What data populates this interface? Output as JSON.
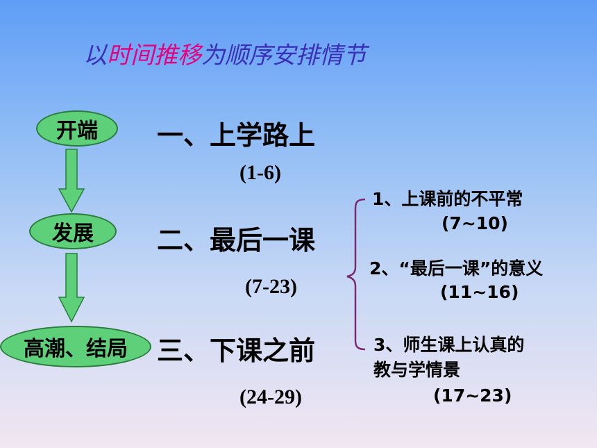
{
  "title": {
    "part1": "以",
    "part2": "时间推移",
    "part3": "为顺序安排情节"
  },
  "stages": [
    {
      "label": "开端"
    },
    {
      "label": "发展"
    },
    {
      "label": "高潮、结局"
    }
  ],
  "sections": [
    {
      "heading": "一、上学路上",
      "range": "(1-6)"
    },
    {
      "heading": "二、最后一课",
      "range": "(7-23)"
    },
    {
      "heading": "三、下课之前",
      "range": "(24-29)"
    }
  ],
  "subsections": [
    {
      "line1": "1、上课前的不平常",
      "line2": "(7~10)"
    },
    {
      "line1": "2、“最后一课”的意义",
      "line2": "(11~16)"
    },
    {
      "line1": "3、师生课上认真的",
      "line2": "教与学情景",
      "line3": "(17~23)"
    }
  ],
  "colors": {
    "oval_fill": "#5ed07a",
    "arrow_fill": "#5ed07a",
    "brace": "#7a2a6e",
    "title_text": "#3a2fb8",
    "title_highlight": "#e4007f"
  }
}
